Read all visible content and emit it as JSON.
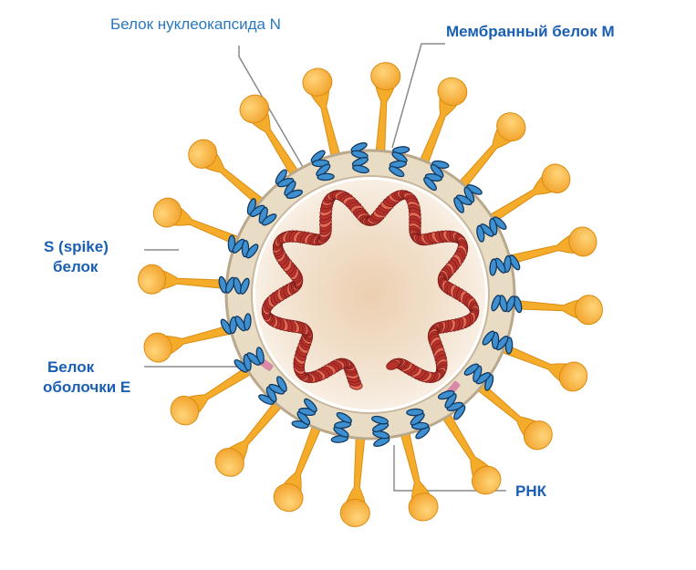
{
  "labels": {
    "nucleocapsid": "Белок нуклеокапсида N",
    "membrane": "Мембранный белок M",
    "spike_line1": "S (spike)",
    "spike_line2": "белок",
    "envelope_line1": "Белок",
    "envelope_line2": "оболочки E",
    "rna": "РНК"
  },
  "colors": {
    "spike": "#f6ac2b",
    "spike_edge": "#d98c12",
    "membrane_fill": "#e9dcc4",
    "membrane_edge": "#b9a88c",
    "interior": "#f3e2cf",
    "rna": "#b8312b",
    "rna_light": "#e26a55",
    "m_protein": "#3e8fd0",
    "m_protein_dark": "#12385e",
    "e_protein": "#d98aa6",
    "leader": "#888888",
    "label_thin": "#2a78c0",
    "label_bold": "#1a5fb4"
  },
  "icons": [
    "spike-protein-icon",
    "membrane-protein-icon",
    "envelope-protein-icon",
    "rna-strand-icon"
  ]
}
